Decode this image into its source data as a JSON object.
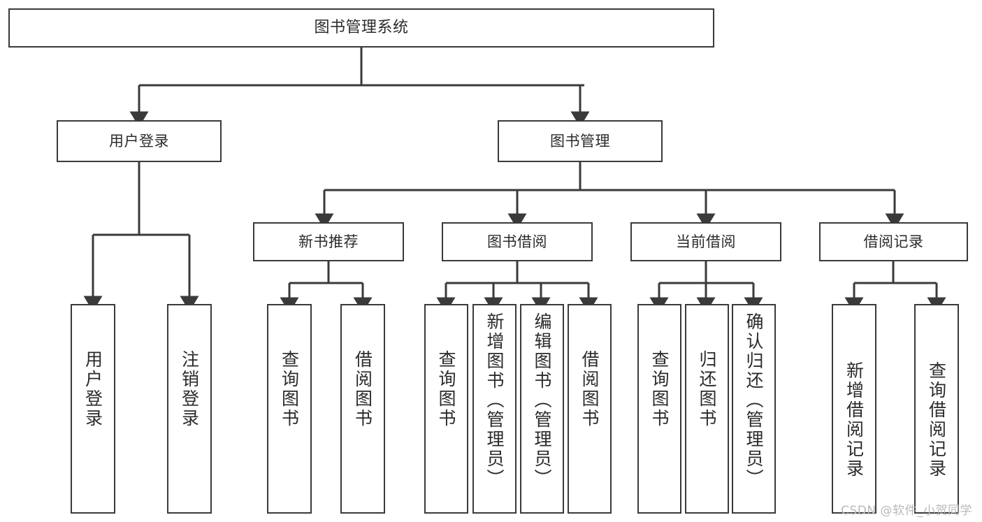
{
  "diagram": {
    "type": "tree-hierarchy",
    "title": "图书管理系统",
    "colors": {
      "stroke": "#3a3a3a",
      "fill": "#ffffff",
      "text": "#2b2b2b",
      "watermark": "#b9b9b9"
    },
    "root": {
      "label": "图书管理系统"
    },
    "level2": [
      {
        "label": "用户登录"
      },
      {
        "label": "图书管理"
      }
    ],
    "level3": [
      {
        "label": "新书推荐"
      },
      {
        "label": "图书借阅"
      },
      {
        "label": "当前借阅"
      },
      {
        "label": "借阅记录"
      }
    ],
    "leaves": {
      "user_login": [
        {
          "label": "用户登录"
        },
        {
          "label": "注销登录"
        }
      ],
      "new_book": [
        {
          "label": "查询图书"
        },
        {
          "label": "借阅图书"
        }
      ],
      "book_borrow": [
        {
          "label": "查询图书"
        },
        {
          "label": "新增图书（管理员）"
        },
        {
          "label": "编辑图书（管理员）"
        },
        {
          "label": "借阅图书"
        }
      ],
      "current_borrow": [
        {
          "label": "查询图书"
        },
        {
          "label": "归还图书"
        },
        {
          "label": "确认归还（管理员）"
        }
      ],
      "borrow_record": [
        {
          "label": "新增借阅记录"
        },
        {
          "label": "查询借阅记录"
        }
      ]
    }
  },
  "watermark": {
    "text": "CSDN @软件_小贺同学"
  }
}
